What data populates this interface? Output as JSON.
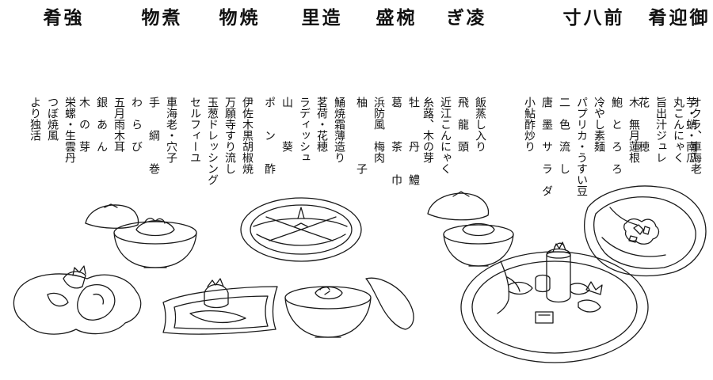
{
  "menu": {
    "courses": [
      {
        "id": "gogeikou",
        "head": "御迎肴",
        "head_spaced": [
          "御",
          "迎",
          "肴"
        ],
        "items": [
          "芋・蛸・南瓜",
          "オクラ、車海老",
          "丸こんにゃく",
          "旨出汁ジュレ",
          "花　　　穂"
        ]
      },
      {
        "id": "zenhassun",
        "head": "前八寸",
        "head_spaced": [
          "前",
          "八",
          "寸"
        ],
        "items": [
          "木　無月蓮根",
          "鮑　と　ろ　ろ",
          "冷やし素麺",
          "パプリカ・うすい豆",
          "二　色　流　し",
          "唐　墨　サ　ラ　ダ",
          "小鮎酢炒り"
        ]
      },
      {
        "id": "shinogi",
        "head": "凌ぎ",
        "head_spaced": [
          "凌",
          "",
          "ぎ"
        ],
        "items": [
          "飯蒸し入り",
          "飛　龍　頭",
          "近江こんにゃく",
          "糸蕗、木の芽"
        ]
      },
      {
        "id": "wanmori",
        "head": "椀盛",
        "head_spaced": [
          "椀",
          "",
          "盛"
        ],
        "items": [
          "牡　　　丹　　鱧",
          "葛　　　茶　　巾",
          "浜防風　梅肉",
          "柚　　　　　子"
        ]
      },
      {
        "id": "tsukuri",
        "head": "造里",
        "head_spaced": [
          "造",
          "",
          "里"
        ],
        "items": [
          "鯒焼霜薄造り",
          "茗荷・花穂",
          "ラディッシュ",
          "山　　　葵",
          "ポ　　ン　　酢"
        ]
      },
      {
        "id": "yakimono",
        "head": "焼物",
        "head_spaced": [
          "焼",
          "",
          "物"
        ],
        "items": [
          "伊佐木黒胡椒焼",
          "万願寺すり流し",
          "玉葱ドレッシング",
          "セルフィーユ"
        ]
      },
      {
        "id": "nimono",
        "head": "煮物",
        "head_spaced": [
          "煮",
          "",
          "物"
        ],
        "items": [
          "車海老・穴子",
          "手　　綱　　巻",
          "わ　ら　び",
          "五月雨木耳",
          "銀　あ　ん",
          "木　の　芽"
        ]
      },
      {
        "id": "shiizakana",
        "head": "強肴",
        "head_spaced": [
          "強",
          "",
          "肴"
        ],
        "items": [
          "栄螺・生雲丹",
          "つぼ焼風",
          "より独活"
        ]
      }
    ]
  },
  "illustration": {
    "dishes": [
      "lidded-bowl-shiizakana",
      "shell-plate-shiizakana",
      "lidded-bowl-nimono",
      "square-plate-yakimono",
      "sashimi-plate-tsukuri",
      "lidded-bowl-wanmori",
      "lidded-bowl-shinogi",
      "hassun-platter",
      "leaf-plate-gogeikou"
    ],
    "line_color": "#1a1a1a"
  }
}
